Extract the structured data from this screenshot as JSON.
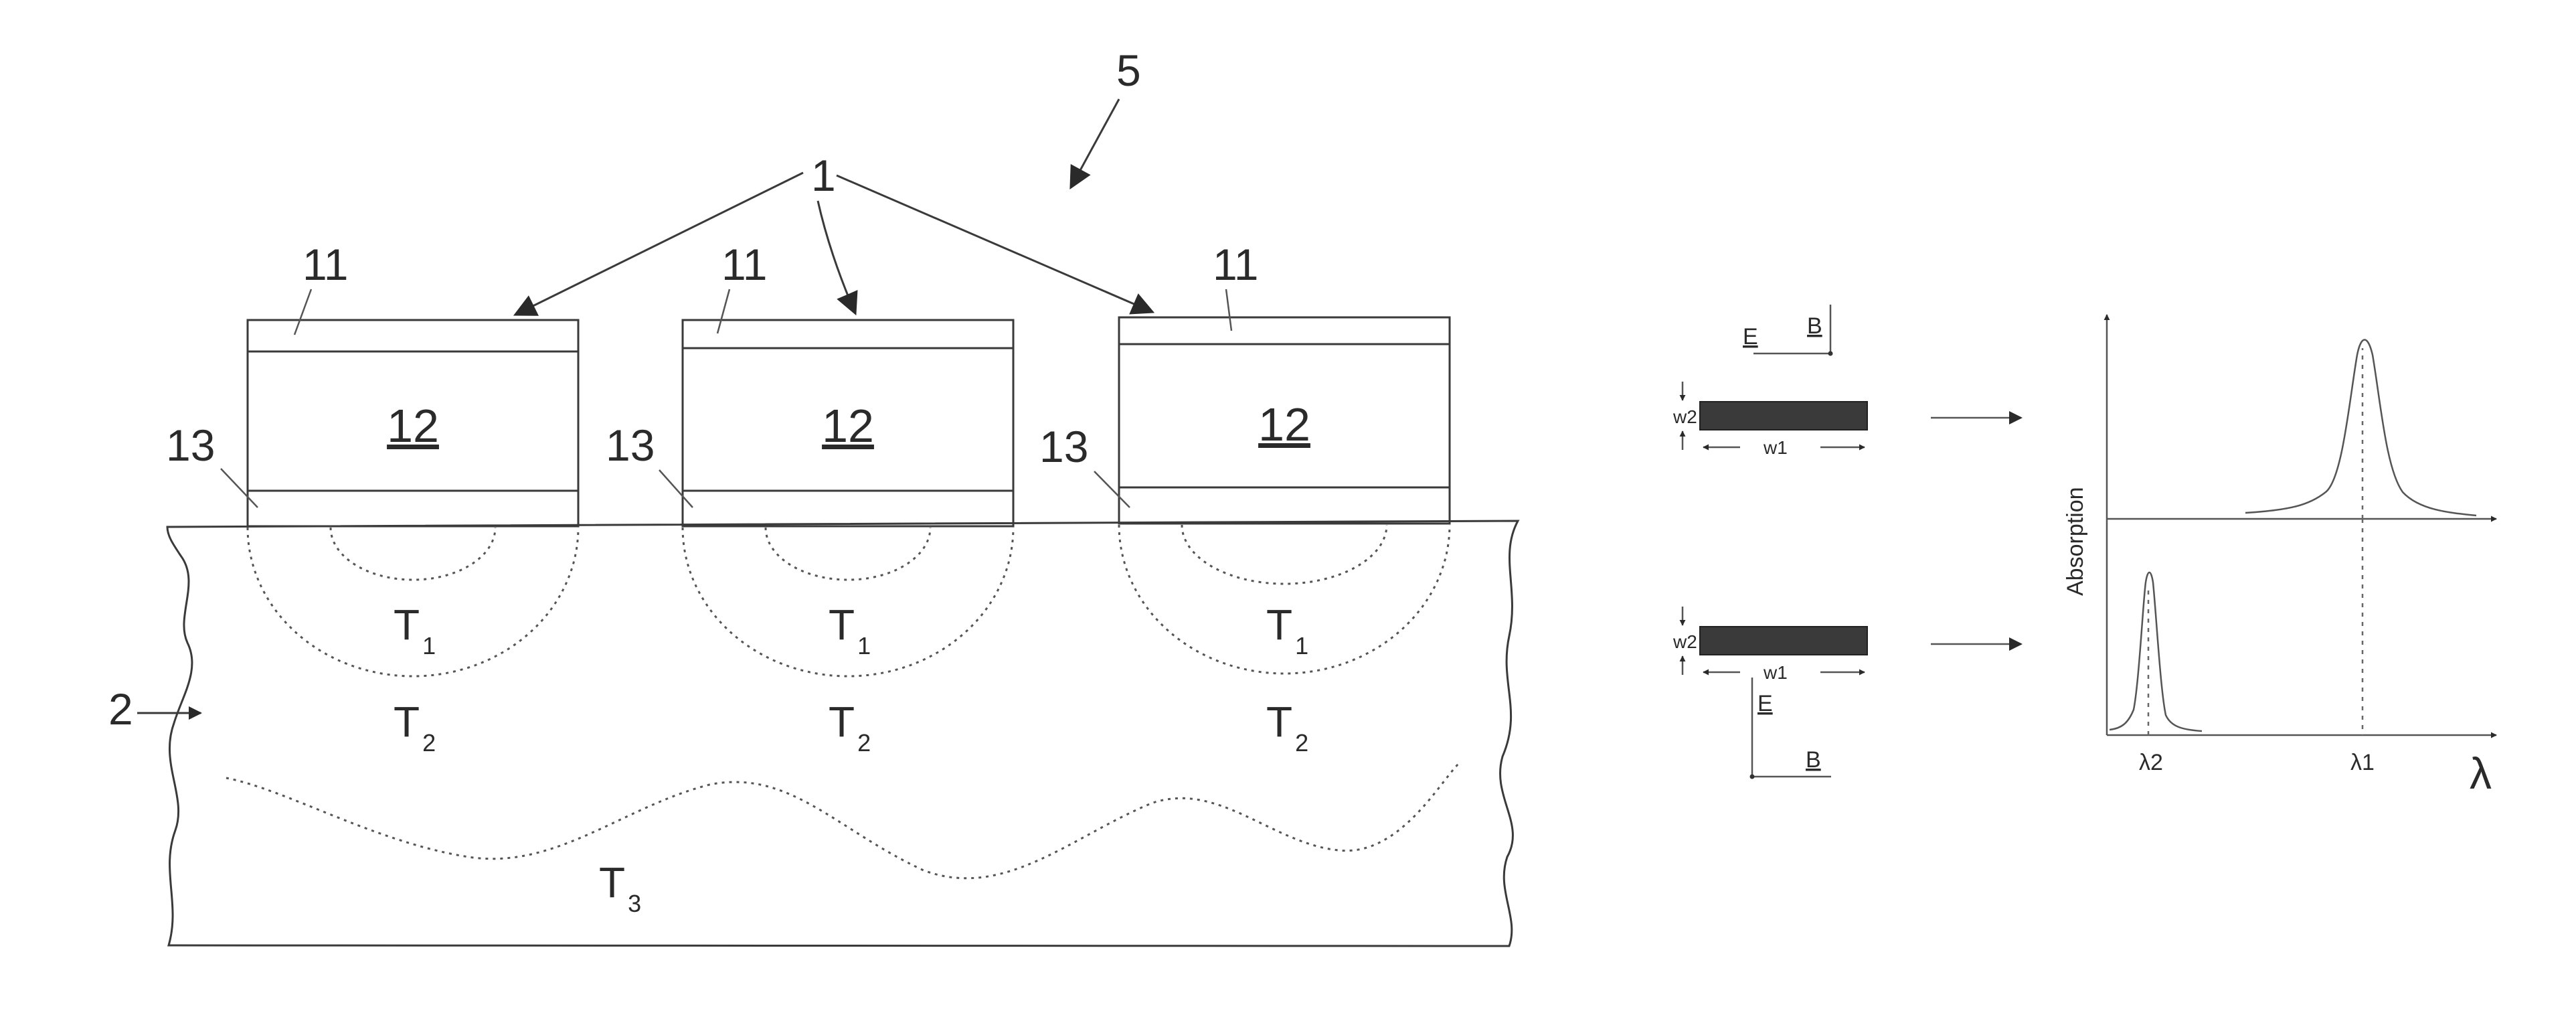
{
  "figure": {
    "device_ref": "5",
    "element_ref": "1",
    "substrate_ref": "2",
    "top_layer_ref": "11",
    "middle_layer_ref": "12",
    "bottom_layer_ref": "13",
    "zone_1": {
      "main": "T",
      "sub": "1"
    },
    "zone_2": {
      "main": "T",
      "sub": "2"
    },
    "zone_3": {
      "main": "T",
      "sub": "3"
    }
  },
  "inset": {
    "field_e": "E",
    "field_b": "B",
    "width_label": "w1",
    "height_label": "w2"
  },
  "plot": {
    "ylabel": "Absorption",
    "xlabel": "λ",
    "peak_1": "λ1",
    "peak_2": "λ2"
  }
}
